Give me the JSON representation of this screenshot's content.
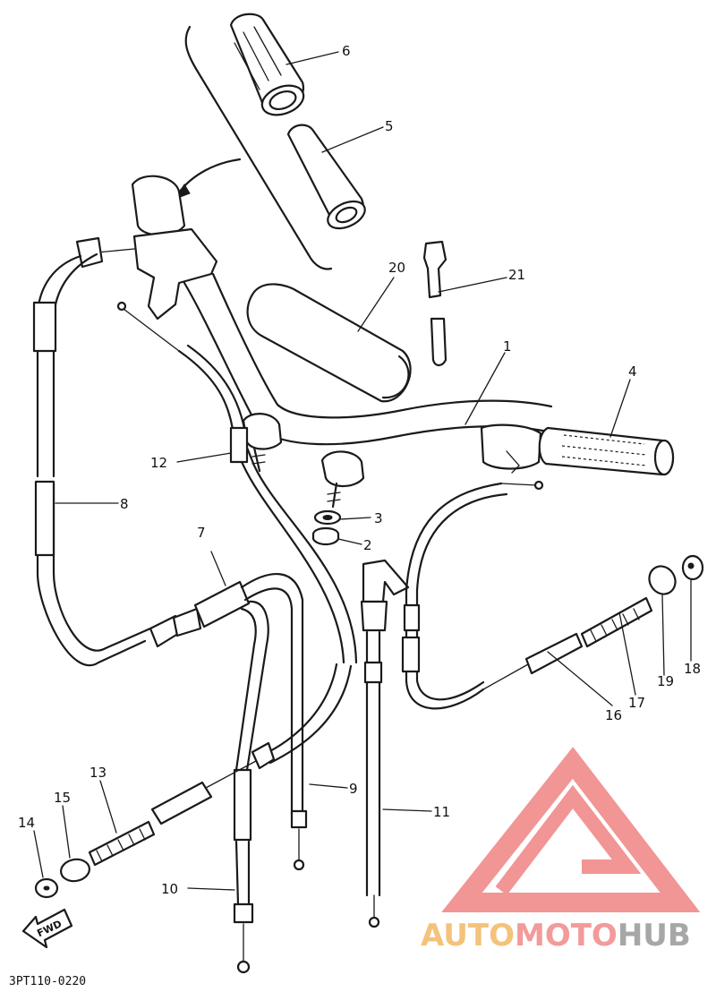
{
  "diagram": {
    "labels": {
      "l1": "1",
      "l2": "2",
      "l3": "3",
      "l4": "4",
      "l5": "5",
      "l6": "6",
      "l7": "7",
      "l8": "8",
      "l9": "9",
      "l10": "10",
      "l11": "11",
      "l12": "12",
      "l13": "13",
      "l14": "14",
      "l15": "15",
      "l16": "16",
      "l17": "17",
      "l18": "18",
      "l19": "19",
      "l20": "20",
      "l21": "21"
    },
    "fwd": "FWD",
    "code": "3PT110-0220"
  },
  "watermark": {
    "part1": "AUTO",
    "part2": "MOTO",
    "part3": "HUB",
    "colors": {
      "auto": "#f4c27a",
      "moto": "#f39a9a",
      "hub": "#a7a7a7",
      "mark": "#f08a8a"
    }
  }
}
